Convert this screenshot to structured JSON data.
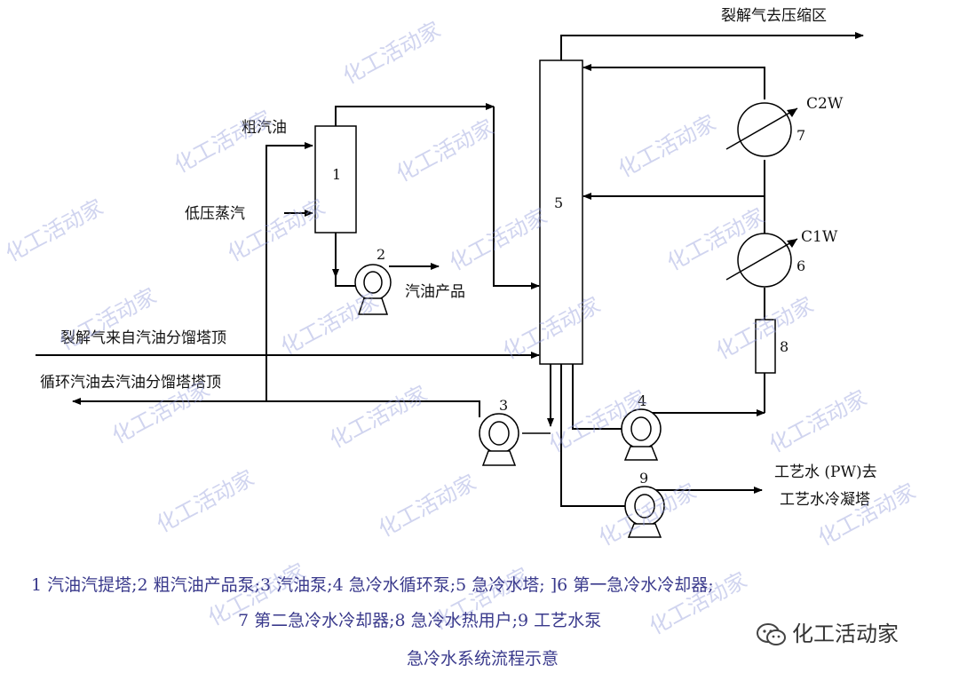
{
  "labels": {
    "cracked_gas_to_compression": "裂解气去压缩区",
    "crude_gasoline": "粗汽油",
    "low_pressure_steam": "低压蒸汽",
    "gasoline_product": "汽油产品",
    "cracked_gas_from_top": "裂解气来自汽油分馏塔顶",
    "recycle_gasoline_to_top": "循环汽油去汽油分馏塔塔顶",
    "process_water_line1": "工艺水 (PW)去",
    "process_water_line2": "工艺水冷凝塔",
    "c2w": "C2W",
    "c1w": "C1W"
  },
  "equipment": {
    "n1": "1",
    "n2": "2",
    "n3": "3",
    "n4": "4",
    "n5": "5",
    "n6": "6",
    "n7": "7",
    "n8": "8",
    "n9": "9"
  },
  "caption": {
    "line1": "1   汽油汽提塔;2   粗汽油产品泵;3   汽油泵;4   急冷水循环泵;5   急冷水塔;  ]6   第一急冷水冷却器;",
    "line2": "7   第二急冷水冷却器;8   急冷水热用户;9   工艺水泵",
    "title": "急冷水系统流程示意"
  },
  "watermark": "化工活动家",
  "brand": "化工活动家"
}
